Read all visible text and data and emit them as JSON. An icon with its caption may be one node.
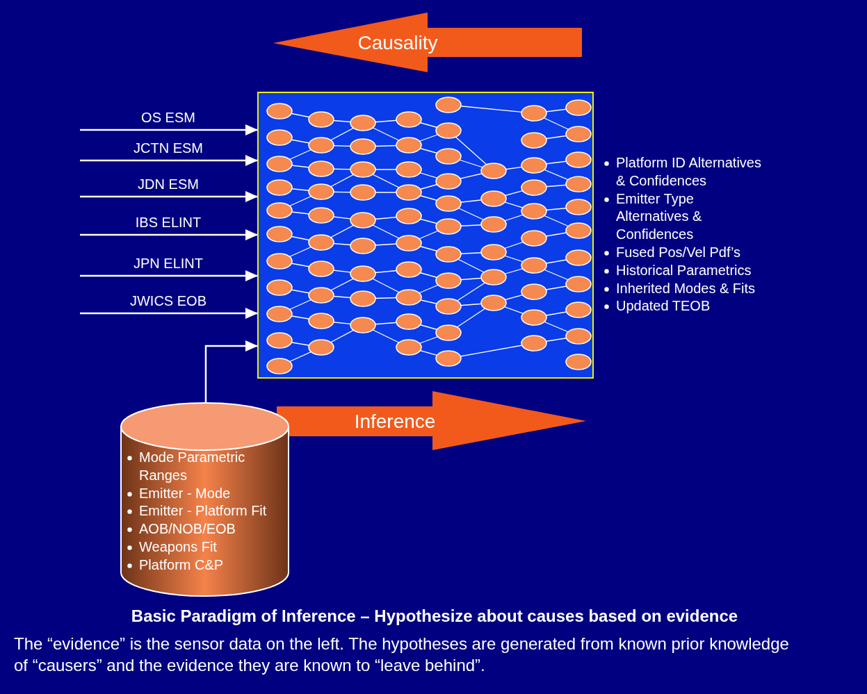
{
  "diagram": {
    "title": "Basic Paradigm of Inference – Hypothesize about causes based on evidence",
    "caption": "The “evidence” is the sensor data on the left.  The hypotheses are generated from known prior knowledge of “causers” and the evidence they are known to “leave behind”.",
    "nodes": [
      {
        "text": [],
        "shape": "box",
        "beside": [
          "Platform ID Alternatives & Confidences",
          "Emitter Type Alternatives & Confidences",
          "Fused Pos/Vel Pdf’s",
          "Historical Parametrics",
          "Inherited Modes & Fits",
          "Updated TEOB"
        ]
      },
      {
        "text": [
          "Mode Parametric Ranges",
          "Emitter - Mode",
          "Emitter - Platform Fit",
          "AOB/NOB/EOB",
          "Weapons Fit",
          "Platform C&P"
        ]
      }
    ],
    "edges": [
      {
        "from": null,
        "to": 0,
        "arrow": "to",
        "label": "OS ESM"
      },
      {
        "from": null,
        "to": 0,
        "arrow": "to",
        "label": "JCTN ESM"
      },
      {
        "from": null,
        "to": 0,
        "arrow": "to",
        "label": "JDN ESM"
      },
      {
        "from": null,
        "to": 0,
        "arrow": "to",
        "label": "IBS ELINT"
      },
      {
        "from": null,
        "to": 0,
        "arrow": "to",
        "label": "JPN ELINT"
      },
      {
        "from": null,
        "to": 0,
        "arrow": "to",
        "label": "JWICS EOB"
      },
      {
        "from": 1,
        "to": 0,
        "arrow": "to"
      }
    ],
    "labels": [
      "Causality",
      "Inference"
    ]
  }
}
